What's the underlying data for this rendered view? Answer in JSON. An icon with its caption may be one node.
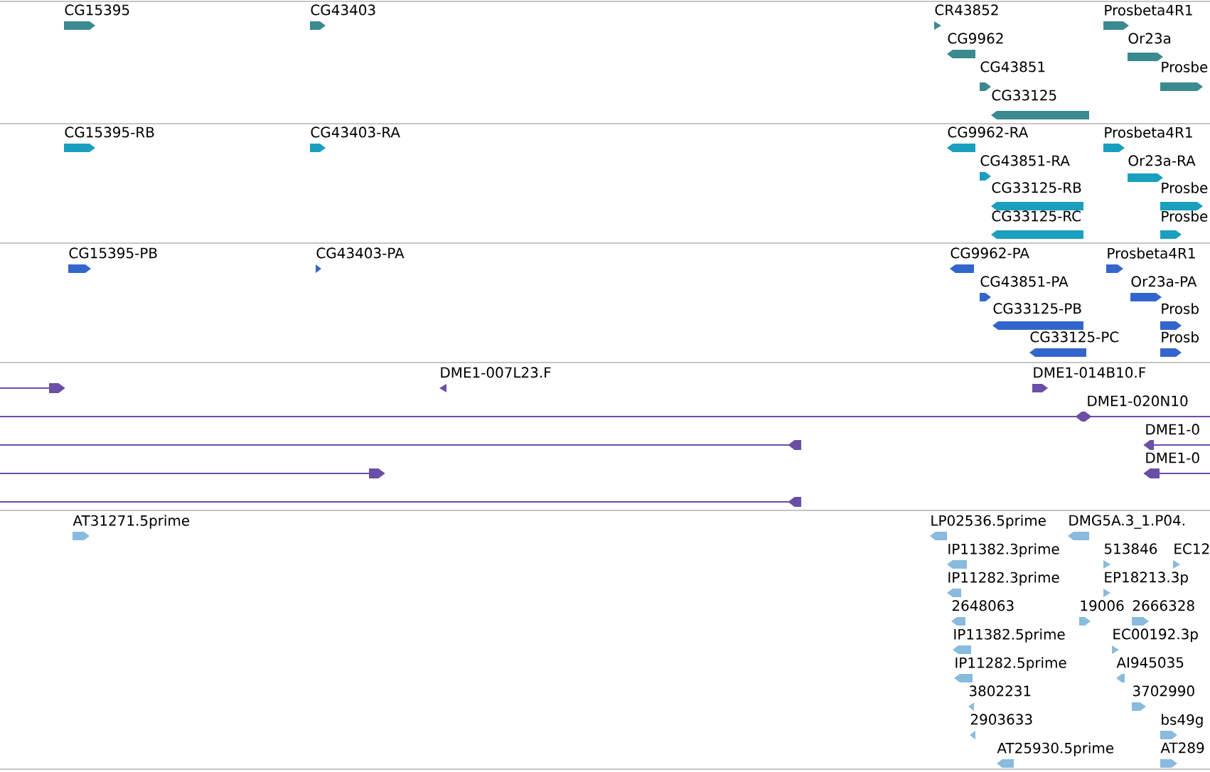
{
  "diagram": {
    "labels": [
      "CG15395",
      "CG43403",
      "CR43852",
      "CG9962",
      "CG43851",
      "CG33125",
      "Prosbeta4R1",
      "Or23a",
      "Prosbe",
      "CG15395-RB",
      "CG43403-RA",
      "CG9962-RA",
      "CG43851-RA",
      "CG33125-RB",
      "CG33125-RC",
      "Prosbeta4R1",
      "Or23a-RA",
      "Prosbe",
      "Prosbe",
      "CG15395-PB",
      "CG43403-PA",
      "CG9962-PA",
      "CG43851-PA",
      "CG33125-PB",
      "CG33125-PC",
      "Prosbeta4R1",
      "Or23a-PA",
      "Prosb",
      "Prosb",
      "DME1-007L23.F",
      "DME1-014B10.F",
      "DME1-020N10",
      "DME1-0",
      "DME1-0",
      "AT31271.5prime",
      "LP02536.5prime",
      "DMG5A.3_1.P04.",
      "IP11382.3prime",
      "513846",
      "EC12",
      "IP11282.3prime",
      "EP18213.3p",
      "2648063",
      "19006",
      "2666328",
      "IP11382.5prime",
      "EC00192.3p",
      "IP11282.5prime",
      "AI945035",
      "3802231",
      "3702990",
      "2903633",
      "bs49g",
      "AT25930.5prime",
      "AT289"
    ]
  }
}
